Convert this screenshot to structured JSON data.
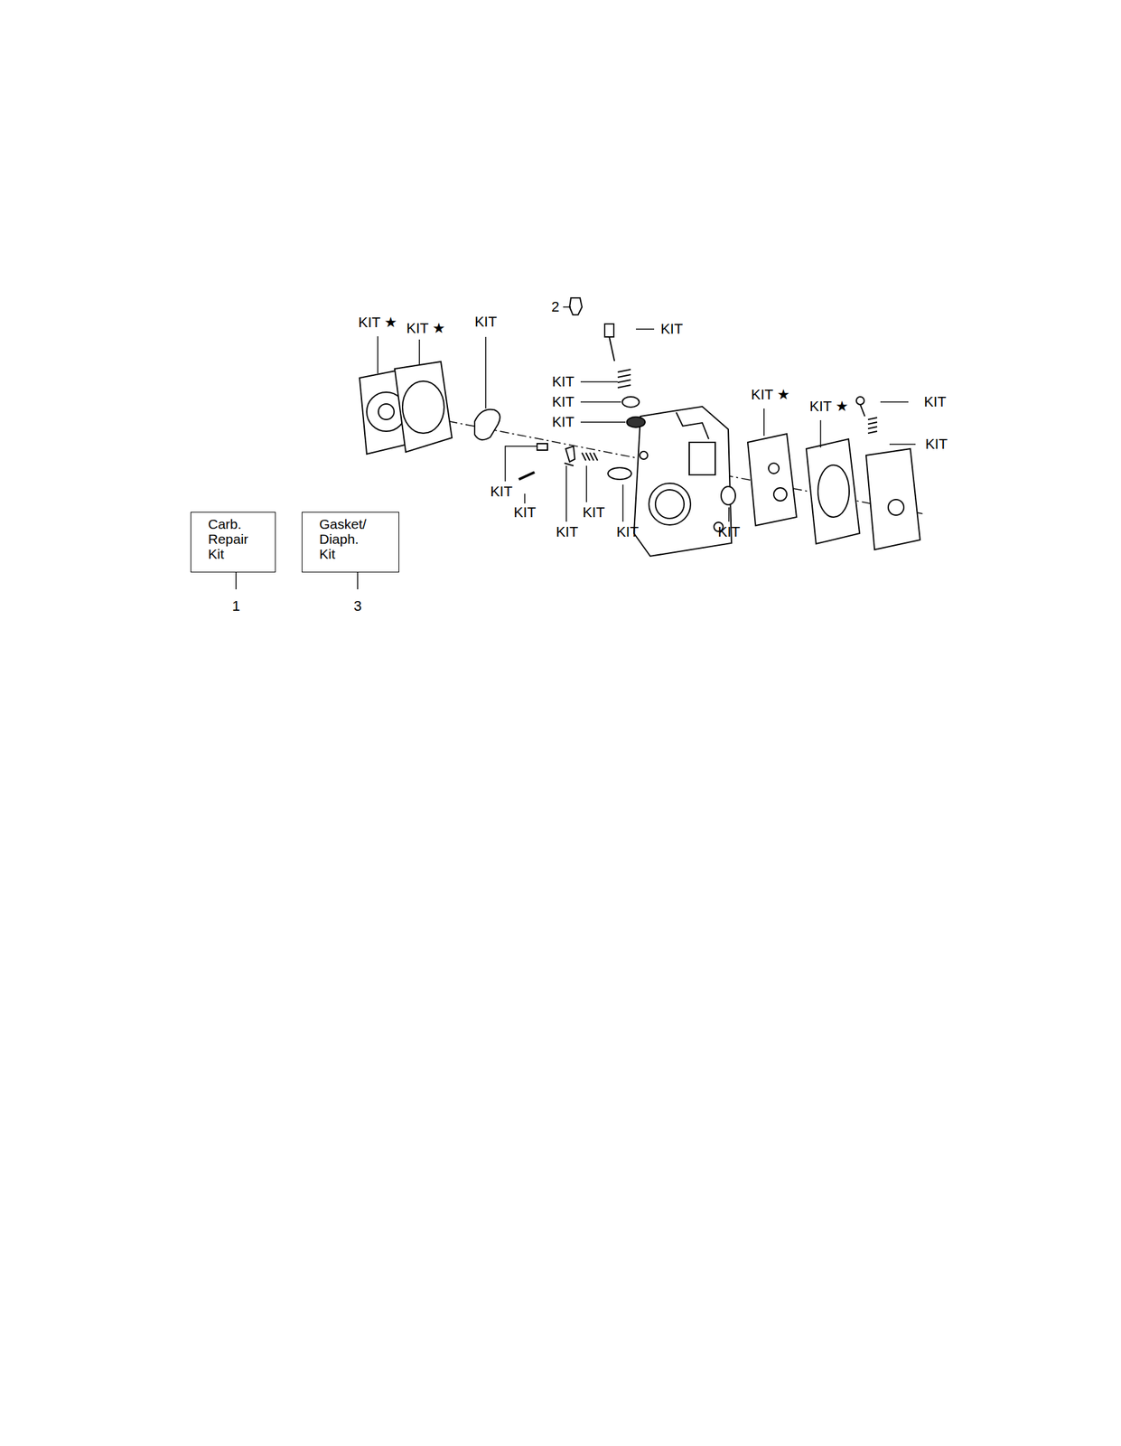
{
  "diagram": {
    "nodes": [
      {
        "text": [
          "Carb. Repair Kit"
        ]
      },
      {
        "text": [
          "Gasket/ Diaph. Kit"
        ]
      }
    ],
    "labels": [
      "KIT ★",
      "KIT ★",
      "KIT",
      "2",
      "KIT",
      "KIT",
      "KIT",
      "KIT",
      "KIT ★",
      "KIT ★",
      "KIT",
      "KIT",
      "KIT",
      "KIT",
      "KIT",
      "KIT",
      "KIT",
      "KIT",
      "1",
      "3"
    ]
  }
}
